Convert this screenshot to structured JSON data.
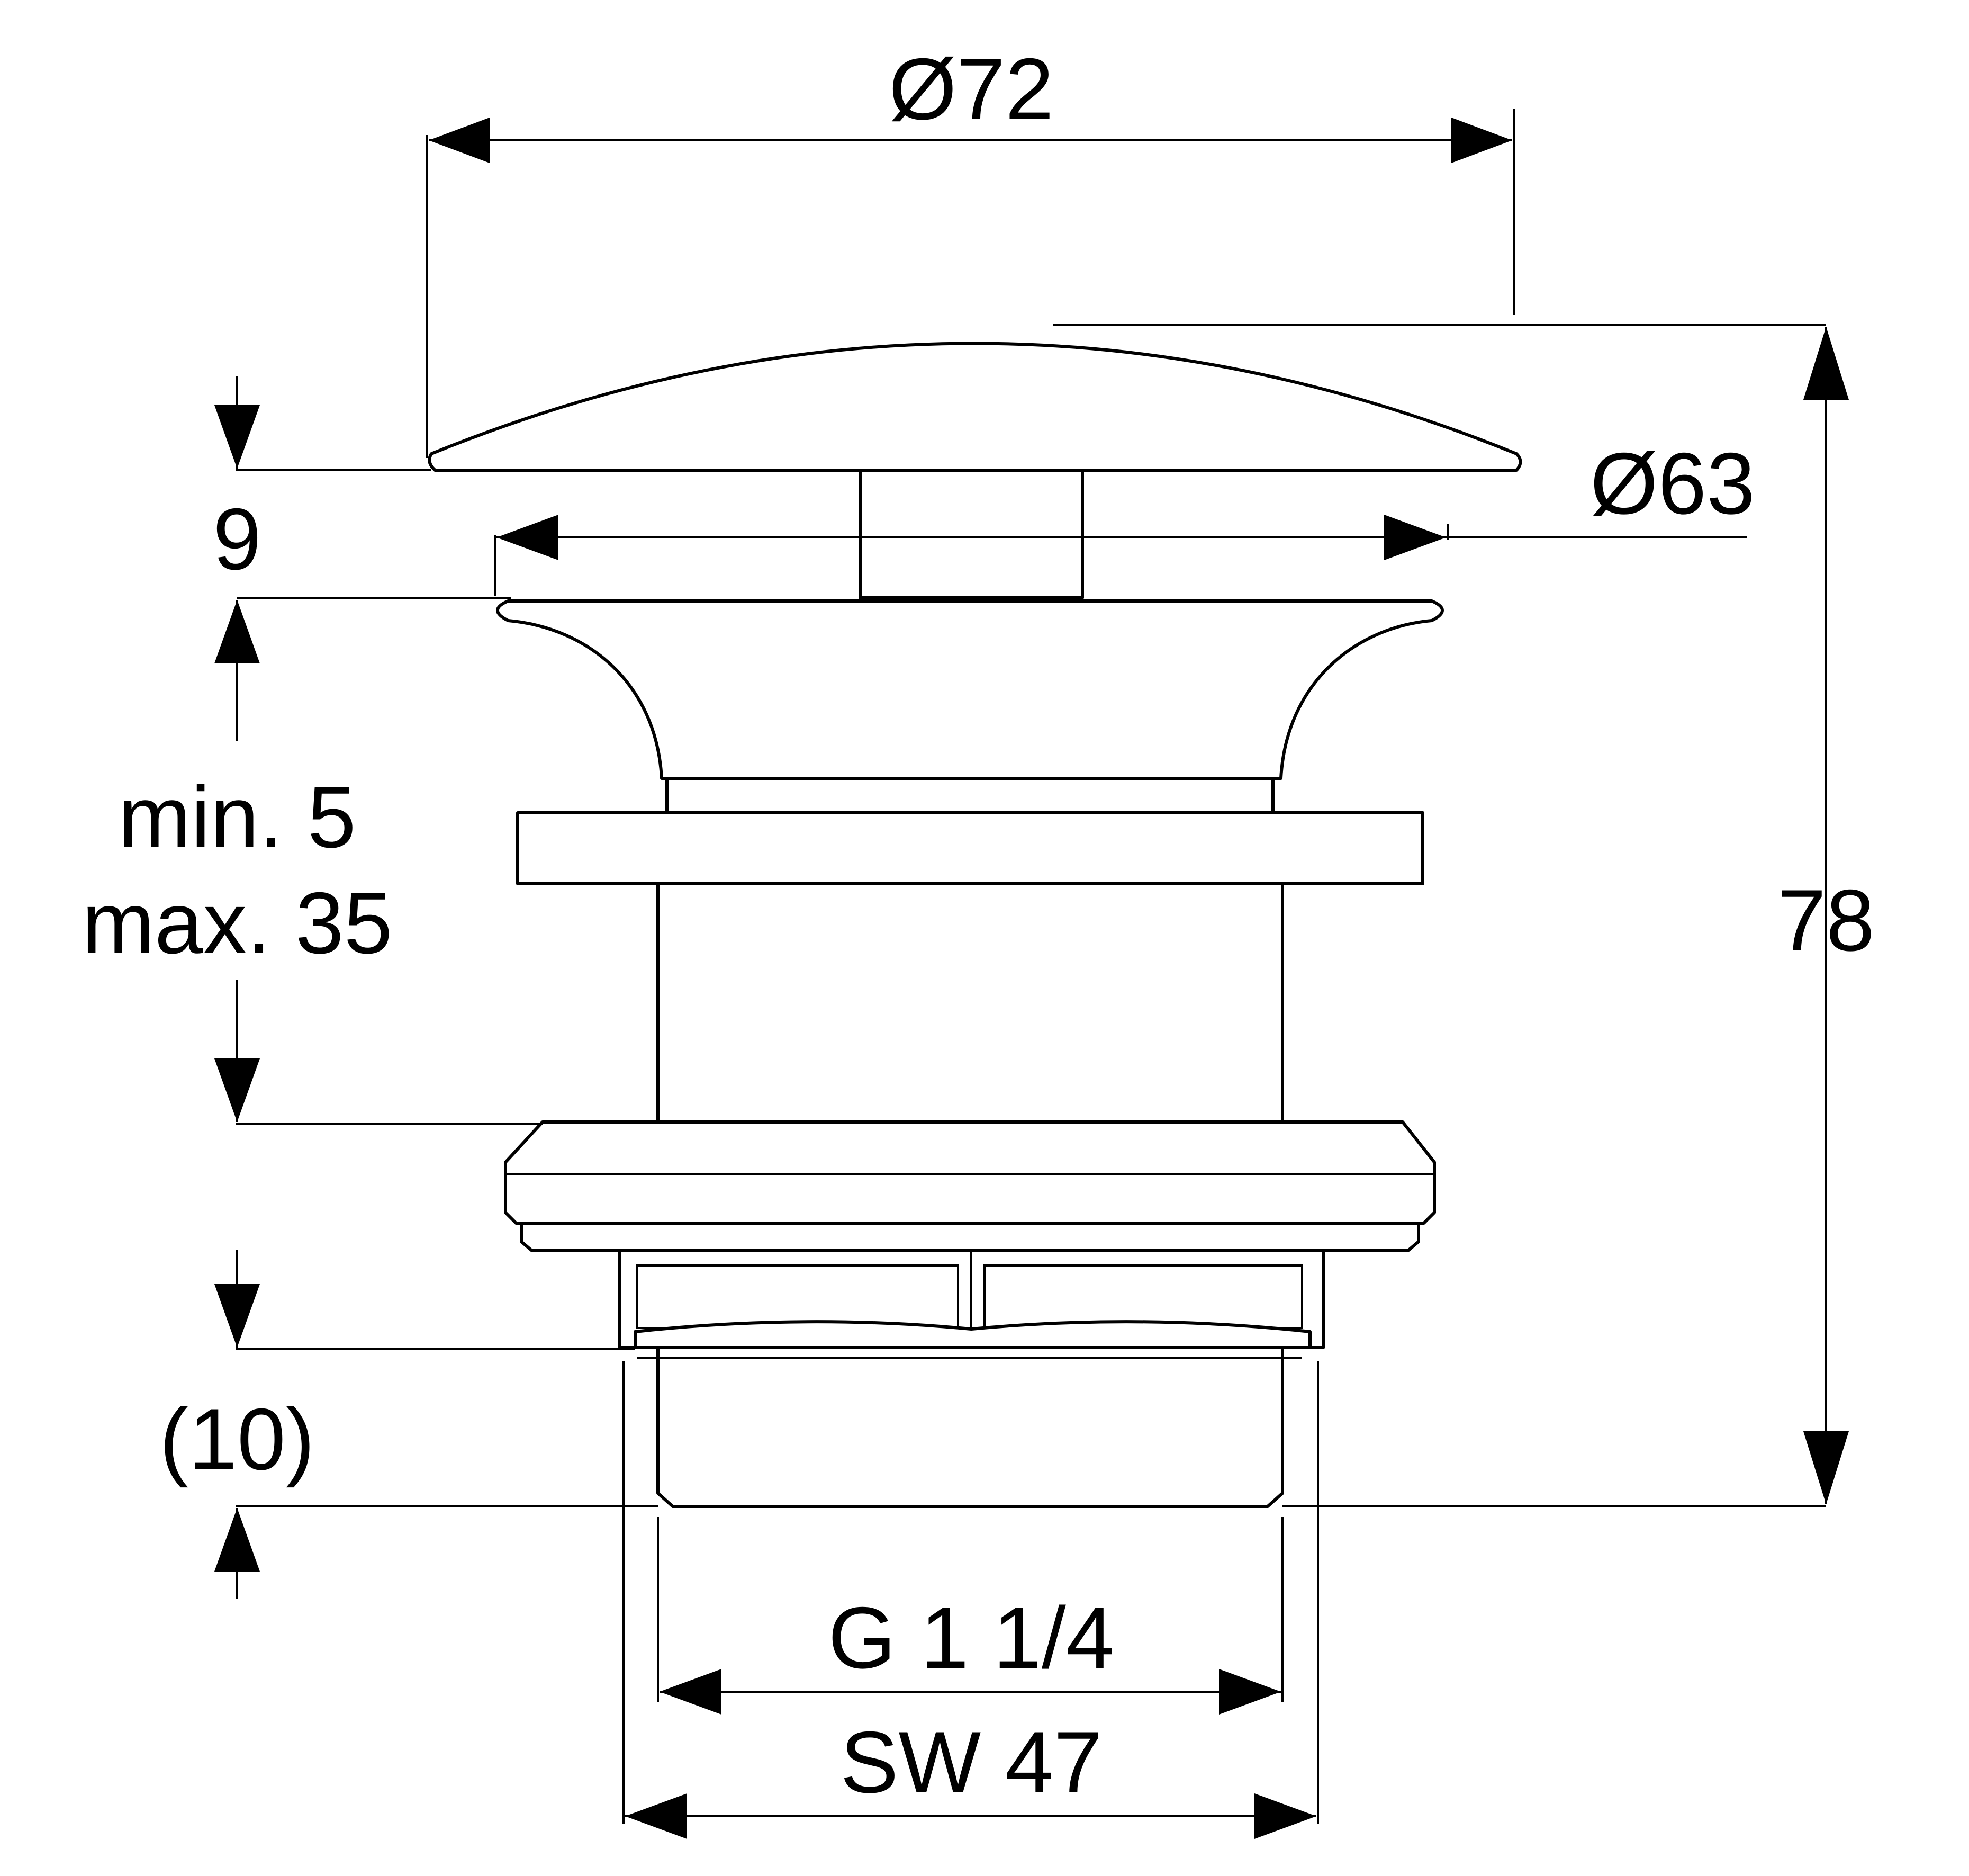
{
  "dimensions": {
    "cap_diameter": "Ø72",
    "flange_diameter": "Ø63",
    "cap_height": "9",
    "clamp_range_min": "min. 5",
    "clamp_range_max": "max. 35",
    "total_height": "78",
    "thread_length": "(10)",
    "thread_size": "G 1 1/4",
    "wrench_size": "SW 47"
  },
  "colors": {
    "line": "#000000",
    "background": "#ffffff"
  }
}
